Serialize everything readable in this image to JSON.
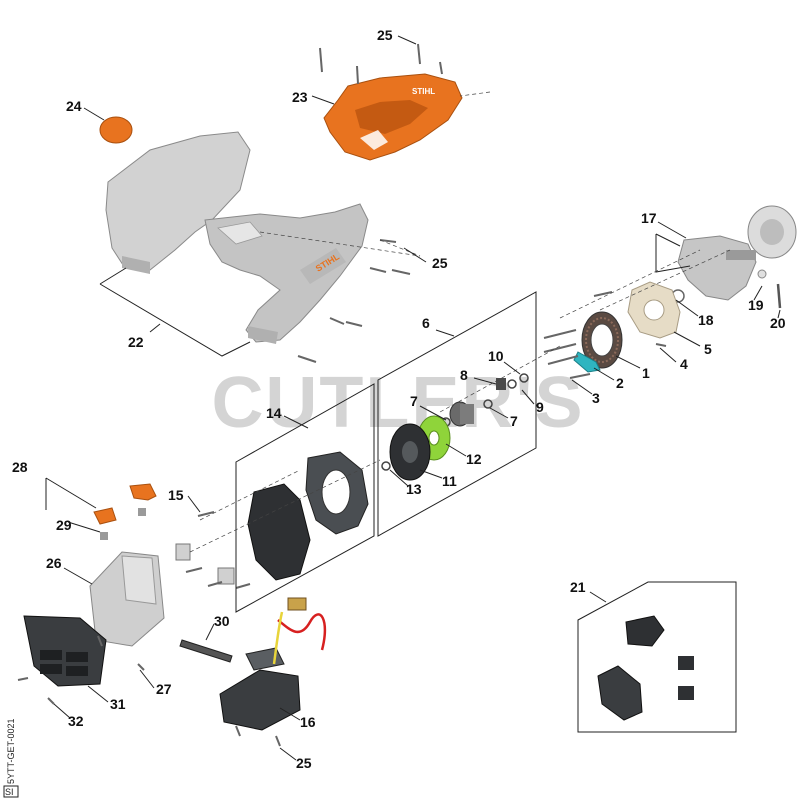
{
  "watermark": "CUTLER'S",
  "drawing_code": "5YTT-GET-0021",
  "corner_badge": "SI",
  "colors": {
    "orange": "#e8731f",
    "grey_housing": "#c8c8c8",
    "dark_part": "#3a3d40",
    "green_fan": "#8fd43a",
    "teal_clip": "#2fb5c0",
    "cream_brush": "#e6dcc6",
    "wire_red": "#d72020",
    "wire_yellow": "#e8d43a"
  },
  "labels": {
    "p1": "1",
    "p2": "2",
    "p3": "3",
    "p4": "4",
    "p5": "5",
    "p6": "6",
    "p7a": "7",
    "p7b": "7",
    "p8": "8",
    "p9": "9",
    "p10": "10",
    "p11": "11",
    "p12": "12",
    "p13": "13",
    "p14": "14",
    "p15": "15",
    "p16": "16",
    "p17": "17",
    "p18": "18",
    "p19": "19",
    "p20": "20",
    "p21": "21",
    "p22": "22",
    "p23": "23",
    "p24": "24",
    "p25a": "25",
    "p25b": "25",
    "p25c": "25",
    "p26": "26",
    "p27": "27",
    "p28": "28",
    "p29": "29",
    "p30": "30",
    "p31": "31",
    "p32": "32"
  },
  "brand_on_housing": "STIHL",
  "brand_on_cover": "STIHL"
}
